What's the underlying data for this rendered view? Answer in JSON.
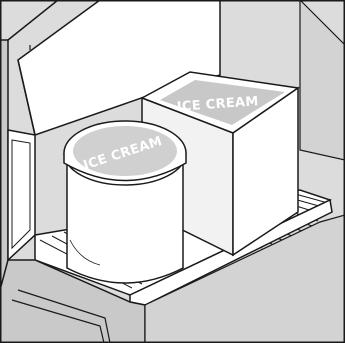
{
  "illustration": {
    "subject": "freezer shelf with ice cream containers",
    "tub": {
      "label": "ICE CREAM"
    },
    "carton": {
      "label": "ICE CREAM"
    },
    "colors": {
      "outline": "#1a1a1a",
      "background_gray": "#dcdcdc",
      "wall_gray": "#c9c9c9",
      "white": "#ffffff",
      "label_fill": "#c8c8c8",
      "shadow_gray": "#bdbdbd"
    }
  }
}
